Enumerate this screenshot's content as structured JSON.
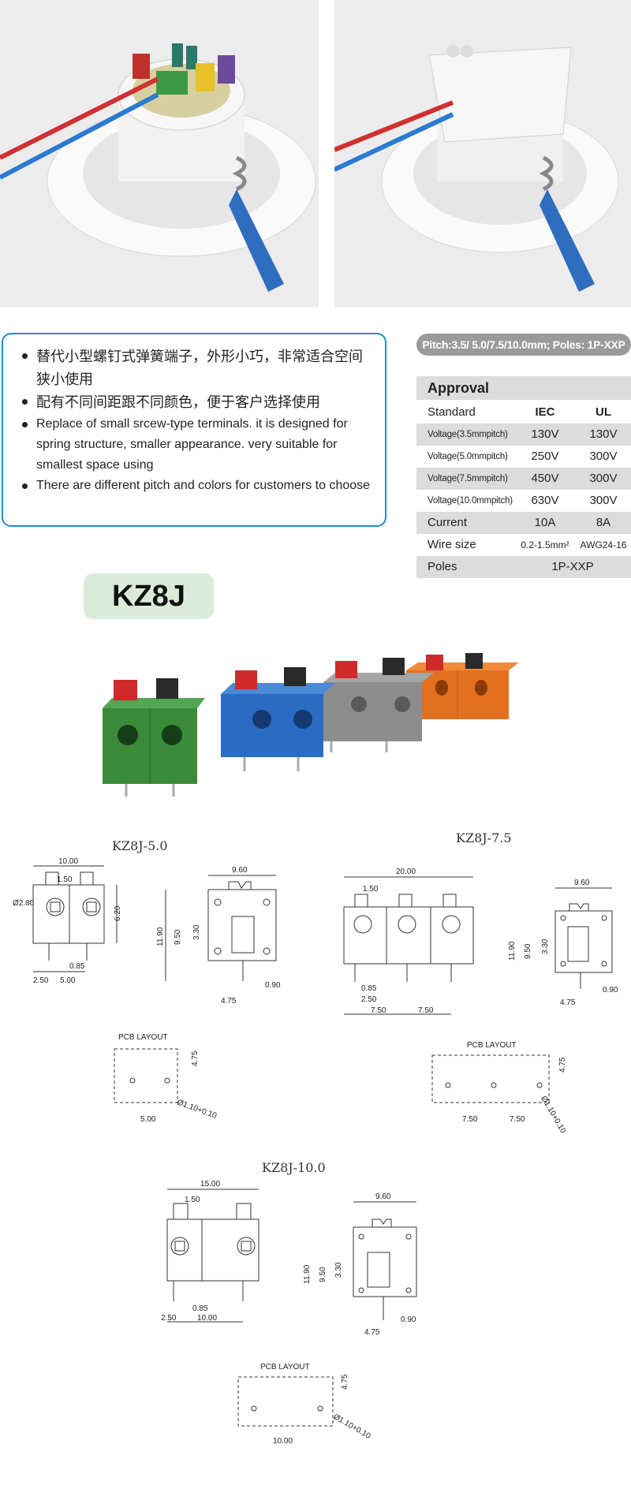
{
  "features": {
    "zh_1": "替代小型螺钉式弹簧端子，外形小巧，非常适合空间狭小使用",
    "zh_2": "配有不同间距跟不同颜色，便于客户选择使用",
    "en_1": "Replace of small srcew-type terminals. it is designed for spring structure, smaller appearance. very suitable for smallest space using",
    "en_2": "There are different pitch and colors for customers to choose"
  },
  "spec": {
    "pitch": "Pitch:3.5/ 5.0/7.5/10.0mm; Poles: 1P-XXP",
    "approval": "Approval",
    "header": {
      "label": "Standard",
      "iec": "IEC",
      "ul": "UL"
    },
    "rows": [
      {
        "label": "Voltage(3.5mmpitch)",
        "iec": "130V",
        "ul": "130V"
      },
      {
        "label": "Voltage(5.0mmpitch)",
        "iec": "250V",
        "ul": "300V"
      },
      {
        "label": "Voltage(7.5mmpitch)",
        "iec": "450V",
        "ul": "300V"
      },
      {
        "label": "Voltage(10.0mmpitch)",
        "iec": "630V",
        "ul": "300V"
      },
      {
        "label": "Current",
        "iec": "10A",
        "ul": "8A"
      },
      {
        "label": "Wire size",
        "iec": "0.2-1.5mm²",
        "ul": "AWG24-16"
      }
    ],
    "poles": {
      "label": "Poles",
      "value": "1P-XXP"
    }
  },
  "model": "KZ8J",
  "terminal_colors": [
    "#3a8a3a",
    "#2a6cc4",
    "#8c8c8c",
    "#e3701e"
  ],
  "drawings": {
    "d50": {
      "title": "KZ8J-5.0",
      "front": {
        "w": "10.00",
        "pin": "1.50",
        "hole": "Ø2.80",
        "h": "6.20",
        "pin_d": "0.85",
        "a": "2.50",
        "b": "5.00"
      },
      "side": {
        "w": "9.60",
        "h1": "11.90",
        "h2": "9.50",
        "h3": "3.30",
        "t": "0.90",
        "p": "4.75"
      },
      "pcb": {
        "title": "PCB LAYOUT",
        "a": "4.75",
        "b": "5.00",
        "hole": "Ø1.10+0.10"
      }
    },
    "d75": {
      "title": "KZ8J-7.5",
      "front": {
        "w": "20.00",
        "pin": "1.50",
        "pin_d": "0.85",
        "a": "2.50",
        "b1": "7.50",
        "b2": "7.50"
      },
      "side": {
        "w": "9.60",
        "h1": "11.90",
        "h2": "9.50",
        "h3": "3.30",
        "t": "0.90",
        "p": "4.75"
      },
      "pcb": {
        "title": "PCB LAYOUT",
        "a": "4.75",
        "b1": "7.50",
        "b2": "7.50",
        "hole": "Ø1.10+0.10"
      }
    },
    "d100": {
      "title": "KZ8J-10.0",
      "front": {
        "w": "15.00",
        "pin": "1.50",
        "pin_d": "0.85",
        "a": "2.50",
        "b": "10.00"
      },
      "side": {
        "w": "9.60",
        "h1": "11.90",
        "h2": "9.50",
        "h3": "3.30",
        "t": "0.90",
        "p": "4.75"
      },
      "pcb": {
        "title": "PCB LAYOUT",
        "a": "4.75",
        "b": "10.00",
        "hole": "Ø1.10+0.10"
      }
    }
  }
}
